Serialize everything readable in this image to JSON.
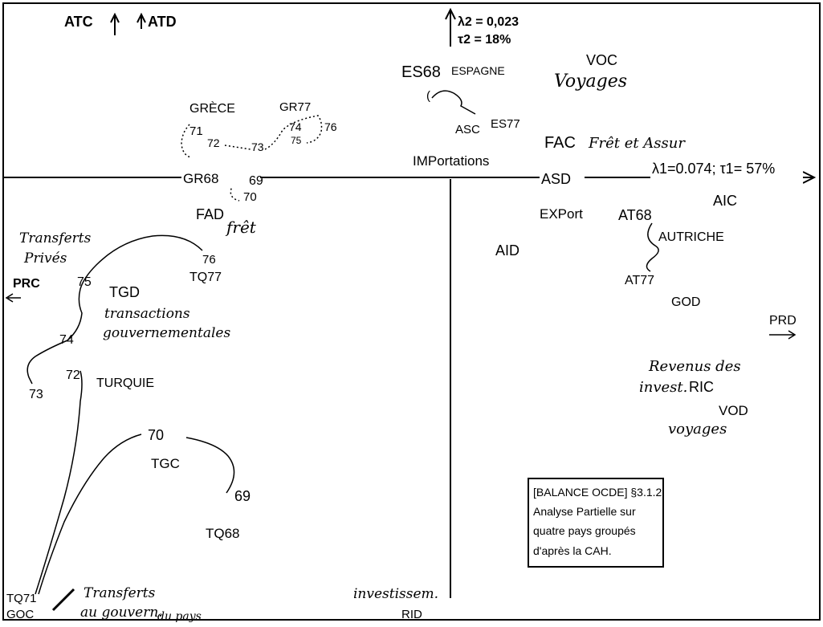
{
  "axes": {
    "axis1_label": "λ1=0.074; τ1= 57%",
    "axis2_label_lambda": "λ2 = 0,023",
    "axis2_label_tau": "τ2 = 18%"
  },
  "top_left": {
    "atc": "ATC",
    "atd": "ATD"
  },
  "points": {
    "es68": "ES68",
    "espagne": "ESPAGNE",
    "asc": "ASC",
    "es77": "ES77",
    "voc": "VOC",
    "voyages": "Voyages",
    "fac": "FAC",
    "fac_desc": "Frêt et Assur",
    "importations": "IMPortations",
    "asd": "ASD",
    "aic": "AIC",
    "export": "EXPort",
    "at68": "AT68",
    "autriche": "AUTRICHE",
    "at77": "AT77",
    "aid": "AID",
    "god": "GOD",
    "prd": "PRD",
    "revenus": "Revenus des",
    "invest": "invest.",
    "ric": "RIC",
    "vod": "VOD",
    "voyages2": "voyages",
    "grece": "GRÈCE",
    "gr77": "GR77",
    "g71": "71",
    "g72": "72",
    "g73": "73",
    "g74": "74",
    "g75": "75",
    "g76": "76",
    "gr68": "GR68",
    "g69": "69",
    "g70": "70",
    "fad": "FAD",
    "fad_desc": "frêt",
    "transferts": "Transferts",
    "prives": "Privés",
    "prc": "PRC",
    "t75a": "75",
    "t76": "76",
    "tq77": "TQ77",
    "tgd": "TGD",
    "tgd_desc1": "transactions",
    "tgd_desc2": "gouvernementales",
    "t74": "74",
    "t73": "73",
    "t72": "72",
    "turquie": "TURQUIE",
    "t70": "70",
    "tgc": "TGC",
    "t69": "69",
    "tq68": "TQ68",
    "tq71": "TQ71",
    "goc": "GOC",
    "goc_desc1": "Transferts",
    "goc_desc2": "au gouvern.",
    "goc_desc3": "du pays",
    "invest_bottom": "investissem.",
    "rid": "RID"
  },
  "note": {
    "line1": "[BALANCE OCDE]  §3.1.2",
    "line2": "Analyse Partielle sur",
    "line3": "quatre pays groupés",
    "line4": "d'après la CAH."
  }
}
